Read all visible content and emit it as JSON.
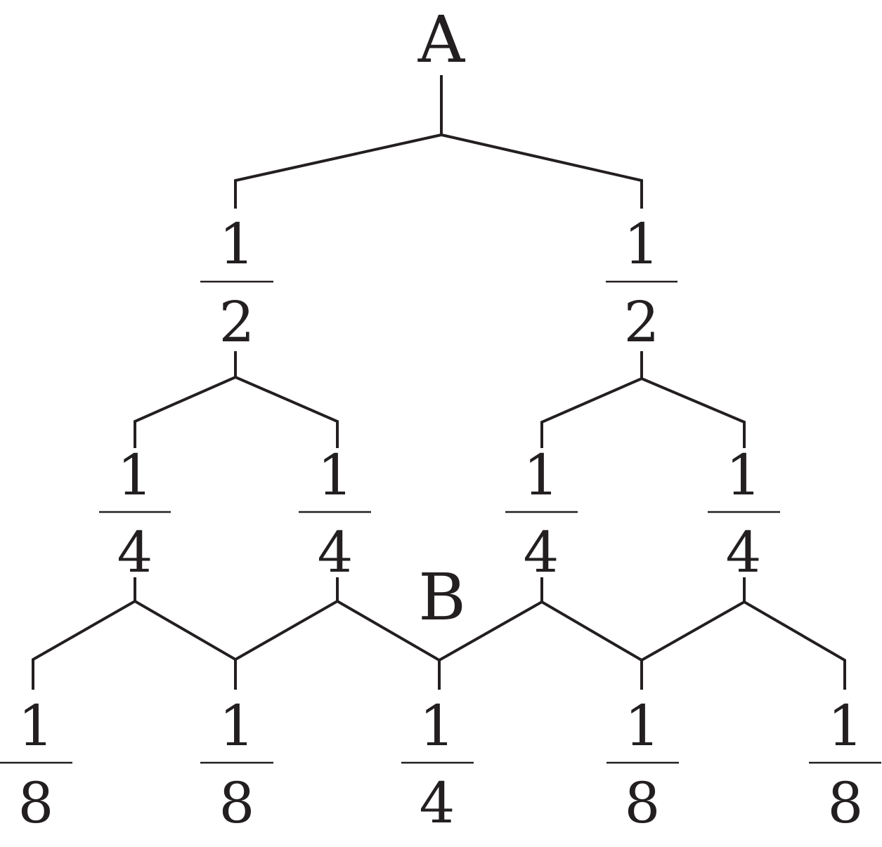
{
  "diagram": {
    "label_a": "A",
    "label_b": "B",
    "level1": [
      {
        "numerator": "1",
        "denominator": "2"
      },
      {
        "numerator": "1",
        "denominator": "2"
      }
    ],
    "level2": [
      {
        "numerator": "1",
        "denominator": "4"
      },
      {
        "numerator": "1",
        "denominator": "4"
      },
      {
        "numerator": "1",
        "denominator": "4"
      },
      {
        "numerator": "1",
        "denominator": "4"
      }
    ],
    "level3": [
      {
        "numerator": "1",
        "denominator": "8"
      },
      {
        "numerator": "1",
        "denominator": "8"
      },
      {
        "numerator": "1",
        "denominator": "4"
      },
      {
        "numerator": "1",
        "denominator": "8"
      },
      {
        "numerator": "1",
        "denominator": "8"
      }
    ]
  }
}
